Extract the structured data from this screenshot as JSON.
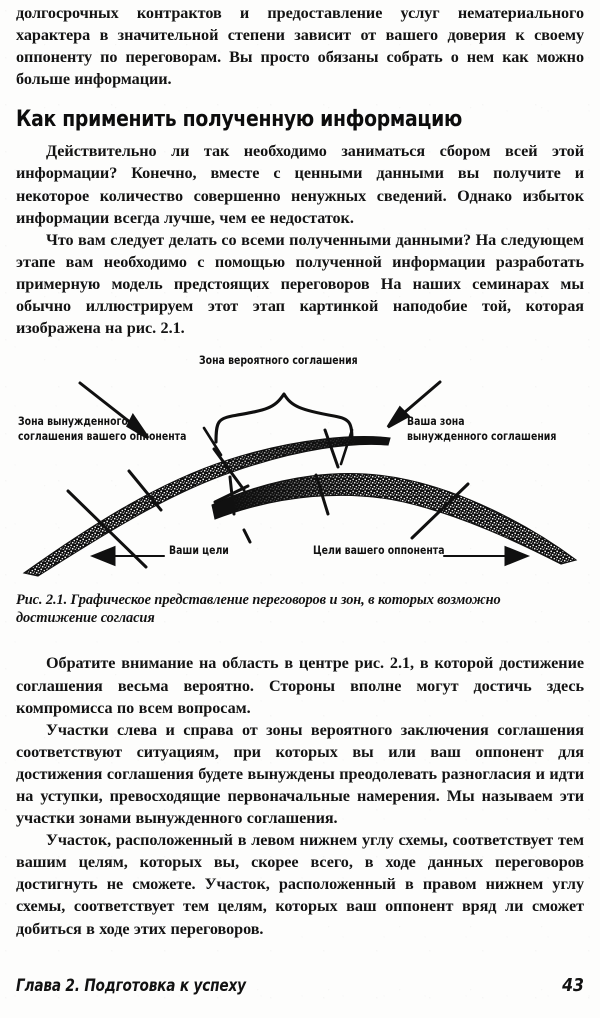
{
  "page": {
    "number": "43",
    "chapter_footer": "Глава 2. Подготовка к успеху"
  },
  "body": {
    "para_top": "долгосрочных контрактов и предоставление услуг нематериального характера в значительной степени зависит от вашего доверия к своему оппоненту по переговорам. Вы просто обязаны собрать о нем как можно больше информации.",
    "heading": "Как применить полученную информацию",
    "para_1": "Действительно ли так необходимо заниматься сбором всей этой информации? Конечно, вместе с ценными данными вы получите и некоторое количество совершенно ненужных сведений. Однако избыток информации всегда лучше, чем ее недостаток.",
    "para_2": "Что вам следует делать со всеми полученными данными? На следующем этапе вам необходимо с помощью полученной информации разработать примерную модель предстоящих переговоров На наших семинарах мы обычно иллюстрируем этот этап картинкой наподобие той, которая изображена на рис. 2.1.",
    "para_3": "Обратите внимание на область в центре рис. 2.1, в которой достижение соглашения весьма вероятно. Стороны вполне могут достичь здесь компромисса по всем вопросам.",
    "para_4": "Участки слева и справа от зоны вероятного заключения соглашения соответствуют ситуациям, при которых вы или ваш оппонент для достижения соглашения будете вынуждены преодолевать разногласия и идти на уступки, превосходящие первоначальные намерения. Мы называем эти участки зонами вынужденного соглашения.",
    "para_5": "Участок, расположенный в левом нижнем углу схемы, соответствует тем вашим целям, которых вы, скорее всего, в ходе данных переговоров достигнуть не сможете. Участок, расположенный в правом нижнем углу схемы, соответствует тем целям, которых ваш оппонент вряд ли сможет добиться в ходе этих переговоров."
  },
  "figure": {
    "caption": "Рис. 2.1. Графическое представление переговоров и зон, в которых возможно достижение согласия",
    "labels": {
      "zone_probable_agreement": "Зона вероятного соглашения",
      "zone_forced_opponent_line1": "Зона вынужденного",
      "zone_forced_opponent_line2": "соглашения вашего оппонента",
      "zone_forced_yours_line1": "Ваша зона",
      "zone_forced_yours_line2": "вынужденного соглашения",
      "your_goals": "Ваши цели",
      "opponent_goals": "Цели вашего оппонента"
    },
    "colors": {
      "ink": "#101010",
      "paper": "#fdfdfc"
    }
  }
}
